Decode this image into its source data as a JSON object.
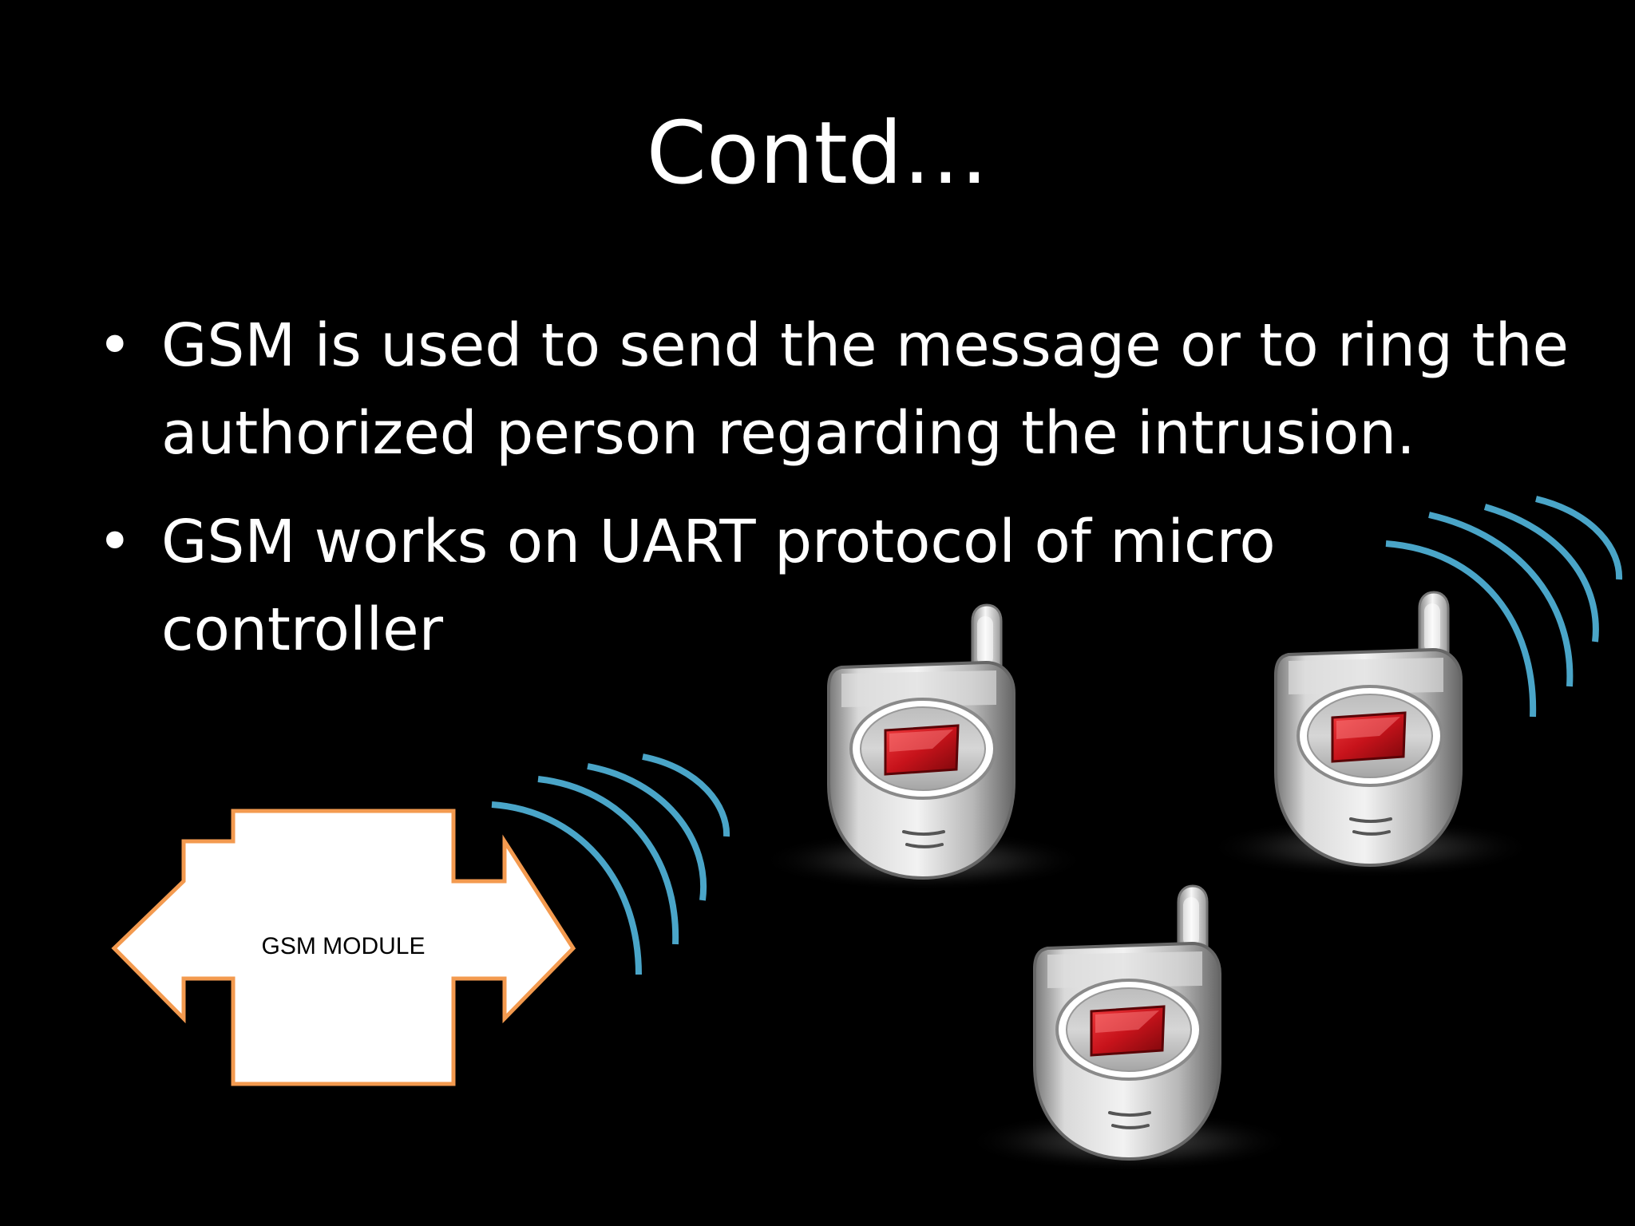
{
  "slide": {
    "title": "Contd…",
    "bullets": [
      {
        "marker": "•",
        "text": "GSM is used to send the message or to ring the authorized person regarding the intrusion."
      },
      {
        "marker": "•",
        "text": "GSM works on UART protocol of micro controller"
      }
    ]
  },
  "diagram": {
    "module_label": "GSM MODULE",
    "nodes": [
      {
        "name": "gsm-module",
        "label": "GSM MODULE"
      },
      {
        "name": "mobile-phone-1",
        "icon": "mobile-phone-icon"
      },
      {
        "name": "mobile-phone-2",
        "icon": "mobile-phone-icon"
      },
      {
        "name": "mobile-phone-3",
        "icon": "mobile-phone-icon"
      }
    ],
    "signals": [
      {
        "name": "module-signal",
        "icon": "signal-waves-icon"
      },
      {
        "name": "phone-signal",
        "icon": "signal-waves-icon"
      }
    ],
    "colors": {
      "background": "#000000",
      "text": "#ffffff",
      "module_fill": "#ffffff",
      "module_border": "#f39a4f",
      "signal": "#4aa5c8",
      "phone_screen": "#c7131b"
    }
  }
}
